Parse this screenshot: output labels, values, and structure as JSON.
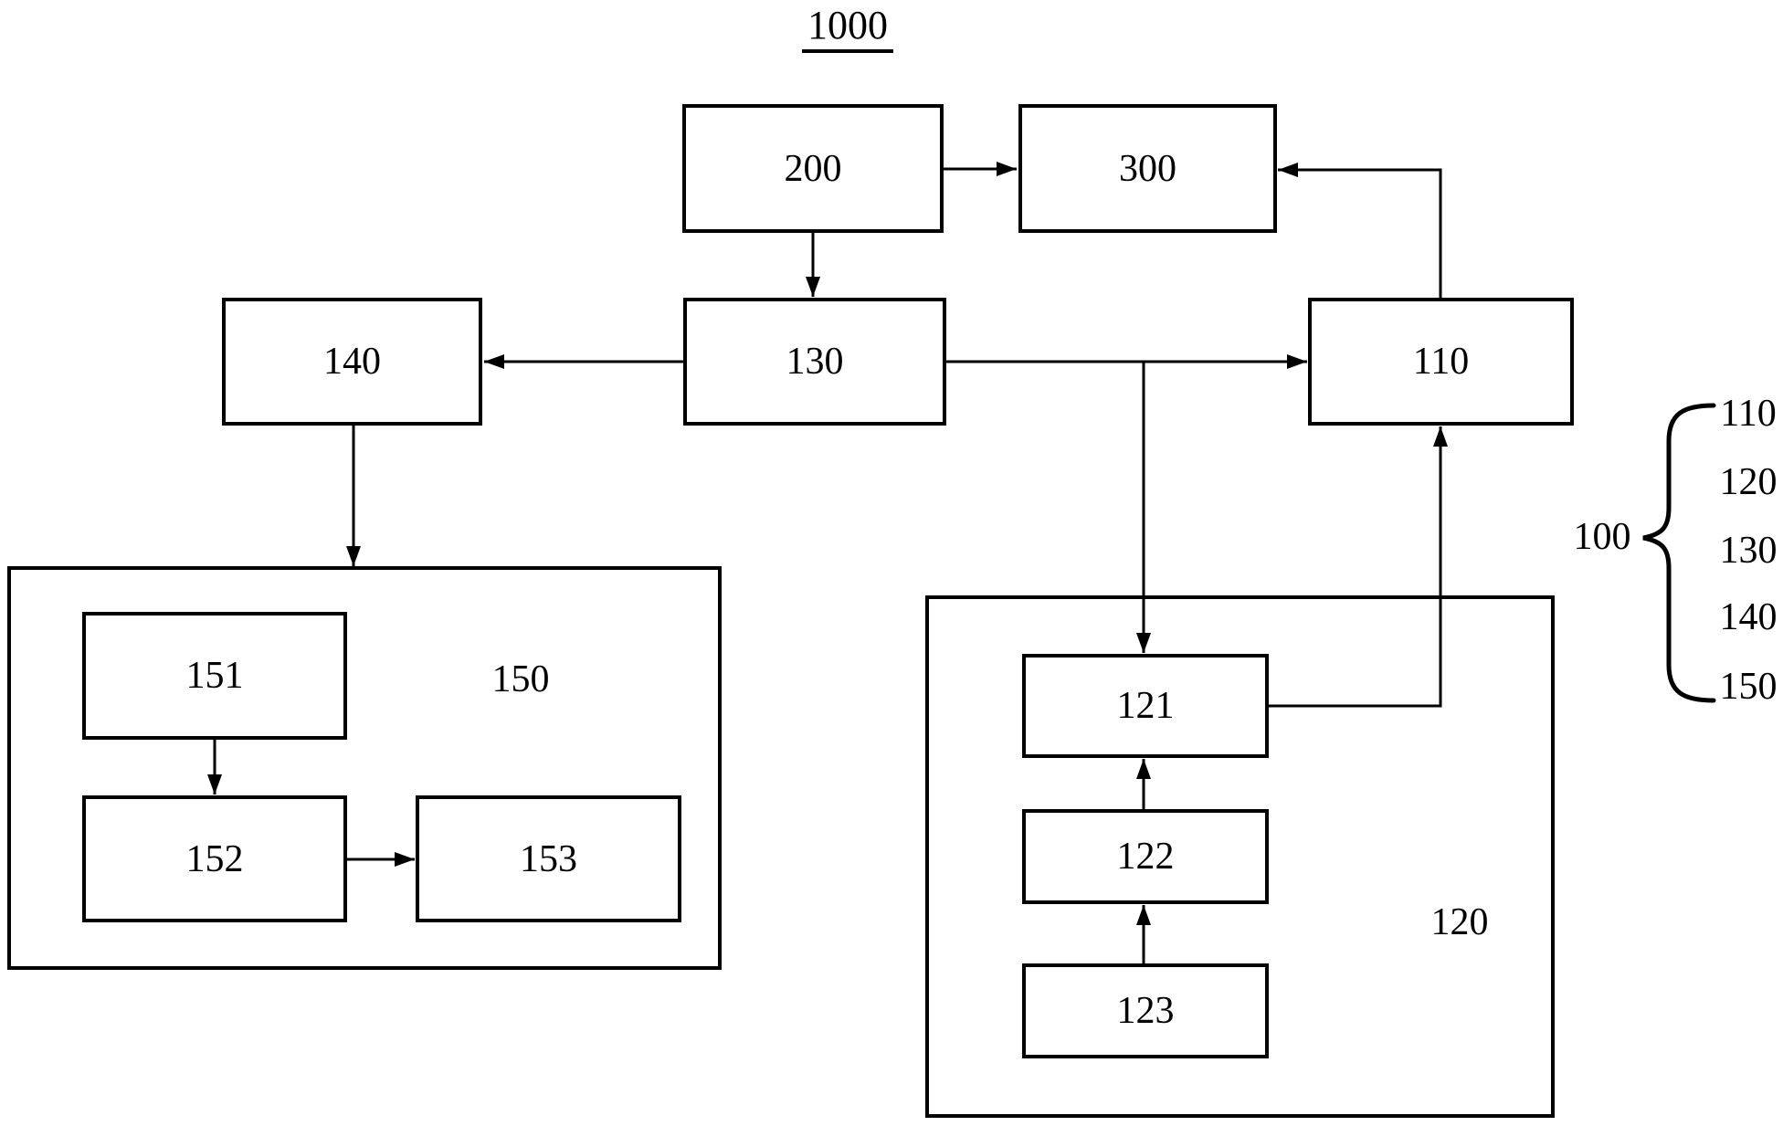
{
  "title": "1000",
  "boxes": {
    "b200": "200",
    "b300": "300",
    "b140": "140",
    "b130": "130",
    "b110": "110",
    "b151": "151",
    "b152": "152",
    "b153": "153",
    "b121": "121",
    "b122": "122",
    "b123": "123"
  },
  "containers": {
    "c150": "150",
    "c120": "120"
  },
  "reference_group": {
    "label": "100",
    "items": [
      "110",
      "120",
      "130",
      "140",
      "150"
    ]
  },
  "colors": {
    "line": "#000000",
    "background": "#ffffff"
  }
}
